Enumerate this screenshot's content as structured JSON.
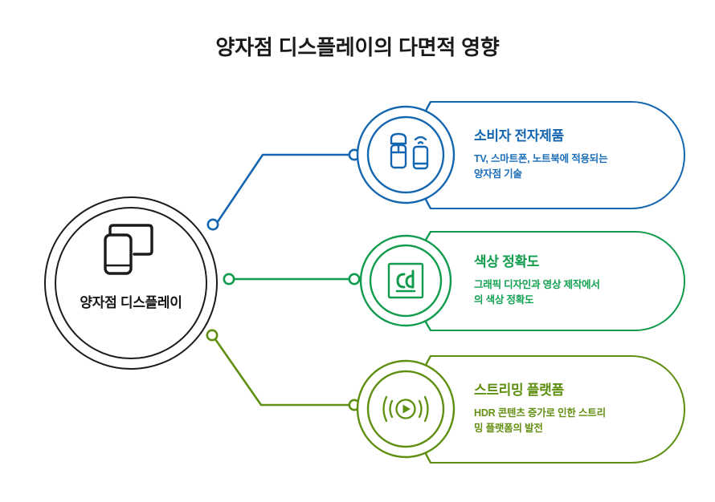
{
  "title": "양자점 디스플레이의 다면적 영향",
  "hub": {
    "label": "양자점 디스플레이",
    "icon": "devices-screen-icon",
    "color": "#1b1b1b"
  },
  "branches": [
    {
      "heading": "소비자 전자제품",
      "description": "TV, 스마트폰, 노트북에 적용되는\n양자점 기술",
      "icon": "smart-speaker-phone-wifi-icon",
      "color": "#1466b0",
      "connector": "elbow-up"
    },
    {
      "heading": "색상 정확도",
      "description": "그래픽 디자인과 영상 제작에서\n의 색상 정확도",
      "icon": "cd-color-swatch-icon",
      "color": "#109c4c",
      "connector": "straight"
    },
    {
      "heading": "스트리밍 플랫폼",
      "description": "HDR 콘텐츠 증가로 인한 스트리\n밍 플랫폼의 발전",
      "icon": "streaming-play-waves-icon",
      "color": "#5f8f10",
      "connector": "elbow-down"
    }
  ],
  "palette": {
    "blue": "#1466b0",
    "green": "#109c4c",
    "olive": "#5f8f10",
    "ink": "#1a1a1a",
    "background": "#ffffff"
  }
}
